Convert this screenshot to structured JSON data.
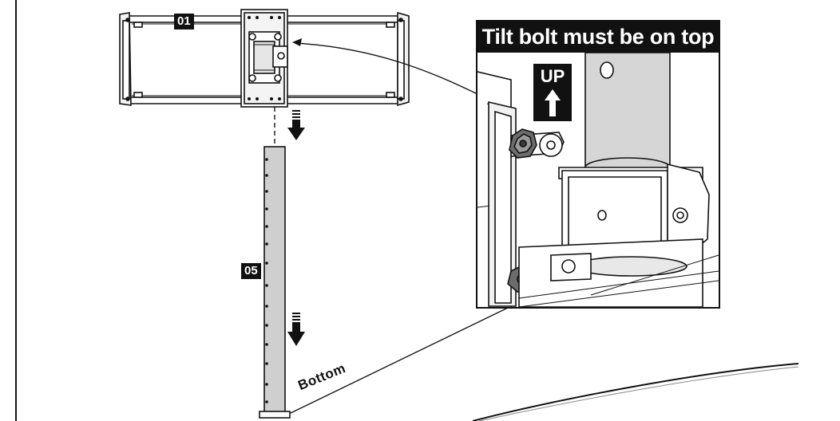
{
  "labels": {
    "part_01": "01",
    "part_05": "05",
    "callout": "Tilt bolt must be on top",
    "up": "UP",
    "bottom": "Bottom"
  },
  "icons": [
    "down-arrow-icon",
    "up-arrow-icon"
  ],
  "colors": {
    "ink": "#111111",
    "pole_fill": "#cfcfcf",
    "inset_pole_fill": "#d6d6d6",
    "tag_fill": "#111111"
  }
}
